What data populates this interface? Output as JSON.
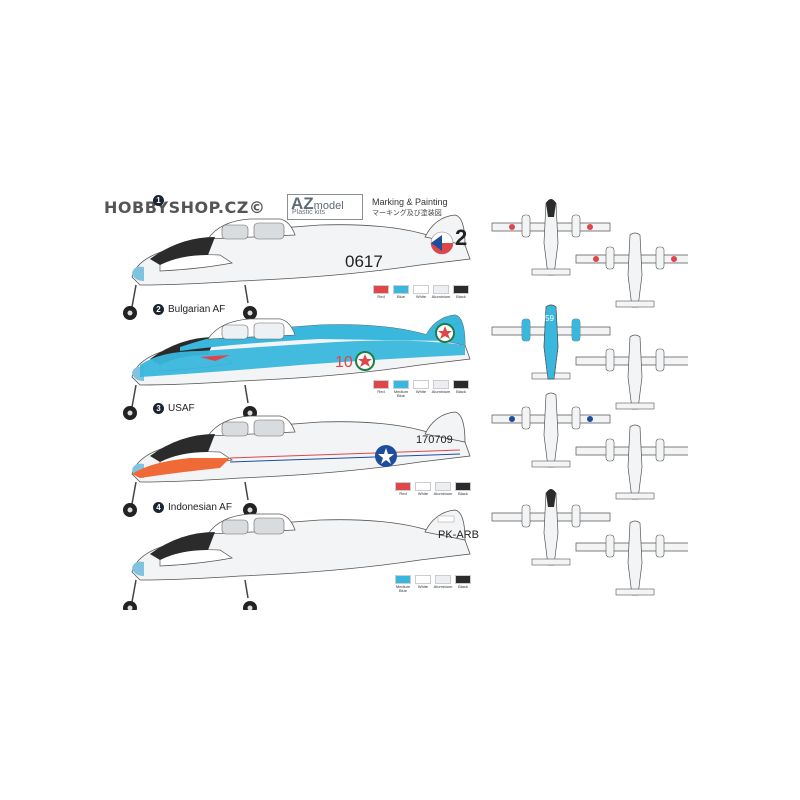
{
  "header": {
    "watermark": "HOBBYSHOP.CZ©",
    "logo_main": "AZ",
    "logo_model": "model",
    "logo_sub": "Plastic kits",
    "title": "Marking & Painting",
    "subtitle_jp": "マーキング及び塗装図"
  },
  "schemes": [
    {
      "number": "1",
      "label": "",
      "registration": "0617",
      "fin_marking": "2",
      "colors": [
        {
          "name": "Red",
          "hex": "#e0454a"
        },
        {
          "name": "Blue",
          "hex": "#39b7dc"
        },
        {
          "name": "White",
          "hex": "#ffffff"
        },
        {
          "name": "Aluminium",
          "hex": "#eceeef"
        },
        {
          "name": "Black",
          "hex": "#2b2b2b"
        }
      ]
    },
    {
      "number": "2",
      "label": "Bulgarian AF",
      "registration": "10",
      "fin_marking": "",
      "colors": [
        {
          "name": "Red",
          "hex": "#e0454a"
        },
        {
          "name": "Medium Blue",
          "hex": "#39b7dc"
        },
        {
          "name": "White",
          "hex": "#ffffff"
        },
        {
          "name": "Aluminium",
          "hex": "#eceeef"
        },
        {
          "name": "Black",
          "hex": "#2b2b2b"
        }
      ]
    },
    {
      "number": "3",
      "label": "USAF",
      "registration": "170709",
      "fin_marking": "",
      "colors": [
        {
          "name": "Red",
          "hex": "#e0454a"
        },
        {
          "name": "White",
          "hex": "#ffffff"
        },
        {
          "name": "Aluminium",
          "hex": "#eceeef"
        },
        {
          "name": "Black",
          "hex": "#2b2b2b"
        }
      ]
    },
    {
      "number": "4",
      "label": "Indonesian AF",
      "registration": "PK-ARB",
      "fin_marking": "",
      "colors": [
        {
          "name": "Medium Blue",
          "hex": "#39b7dc"
        },
        {
          "name": "White",
          "hex": "#ffffff"
        },
        {
          "name": "Aluminium",
          "hex": "#eceeef"
        },
        {
          "name": "Black",
          "hex": "#2b2b2b"
        }
      ]
    }
  ],
  "topview_marks": {
    "scheme2": "59"
  }
}
